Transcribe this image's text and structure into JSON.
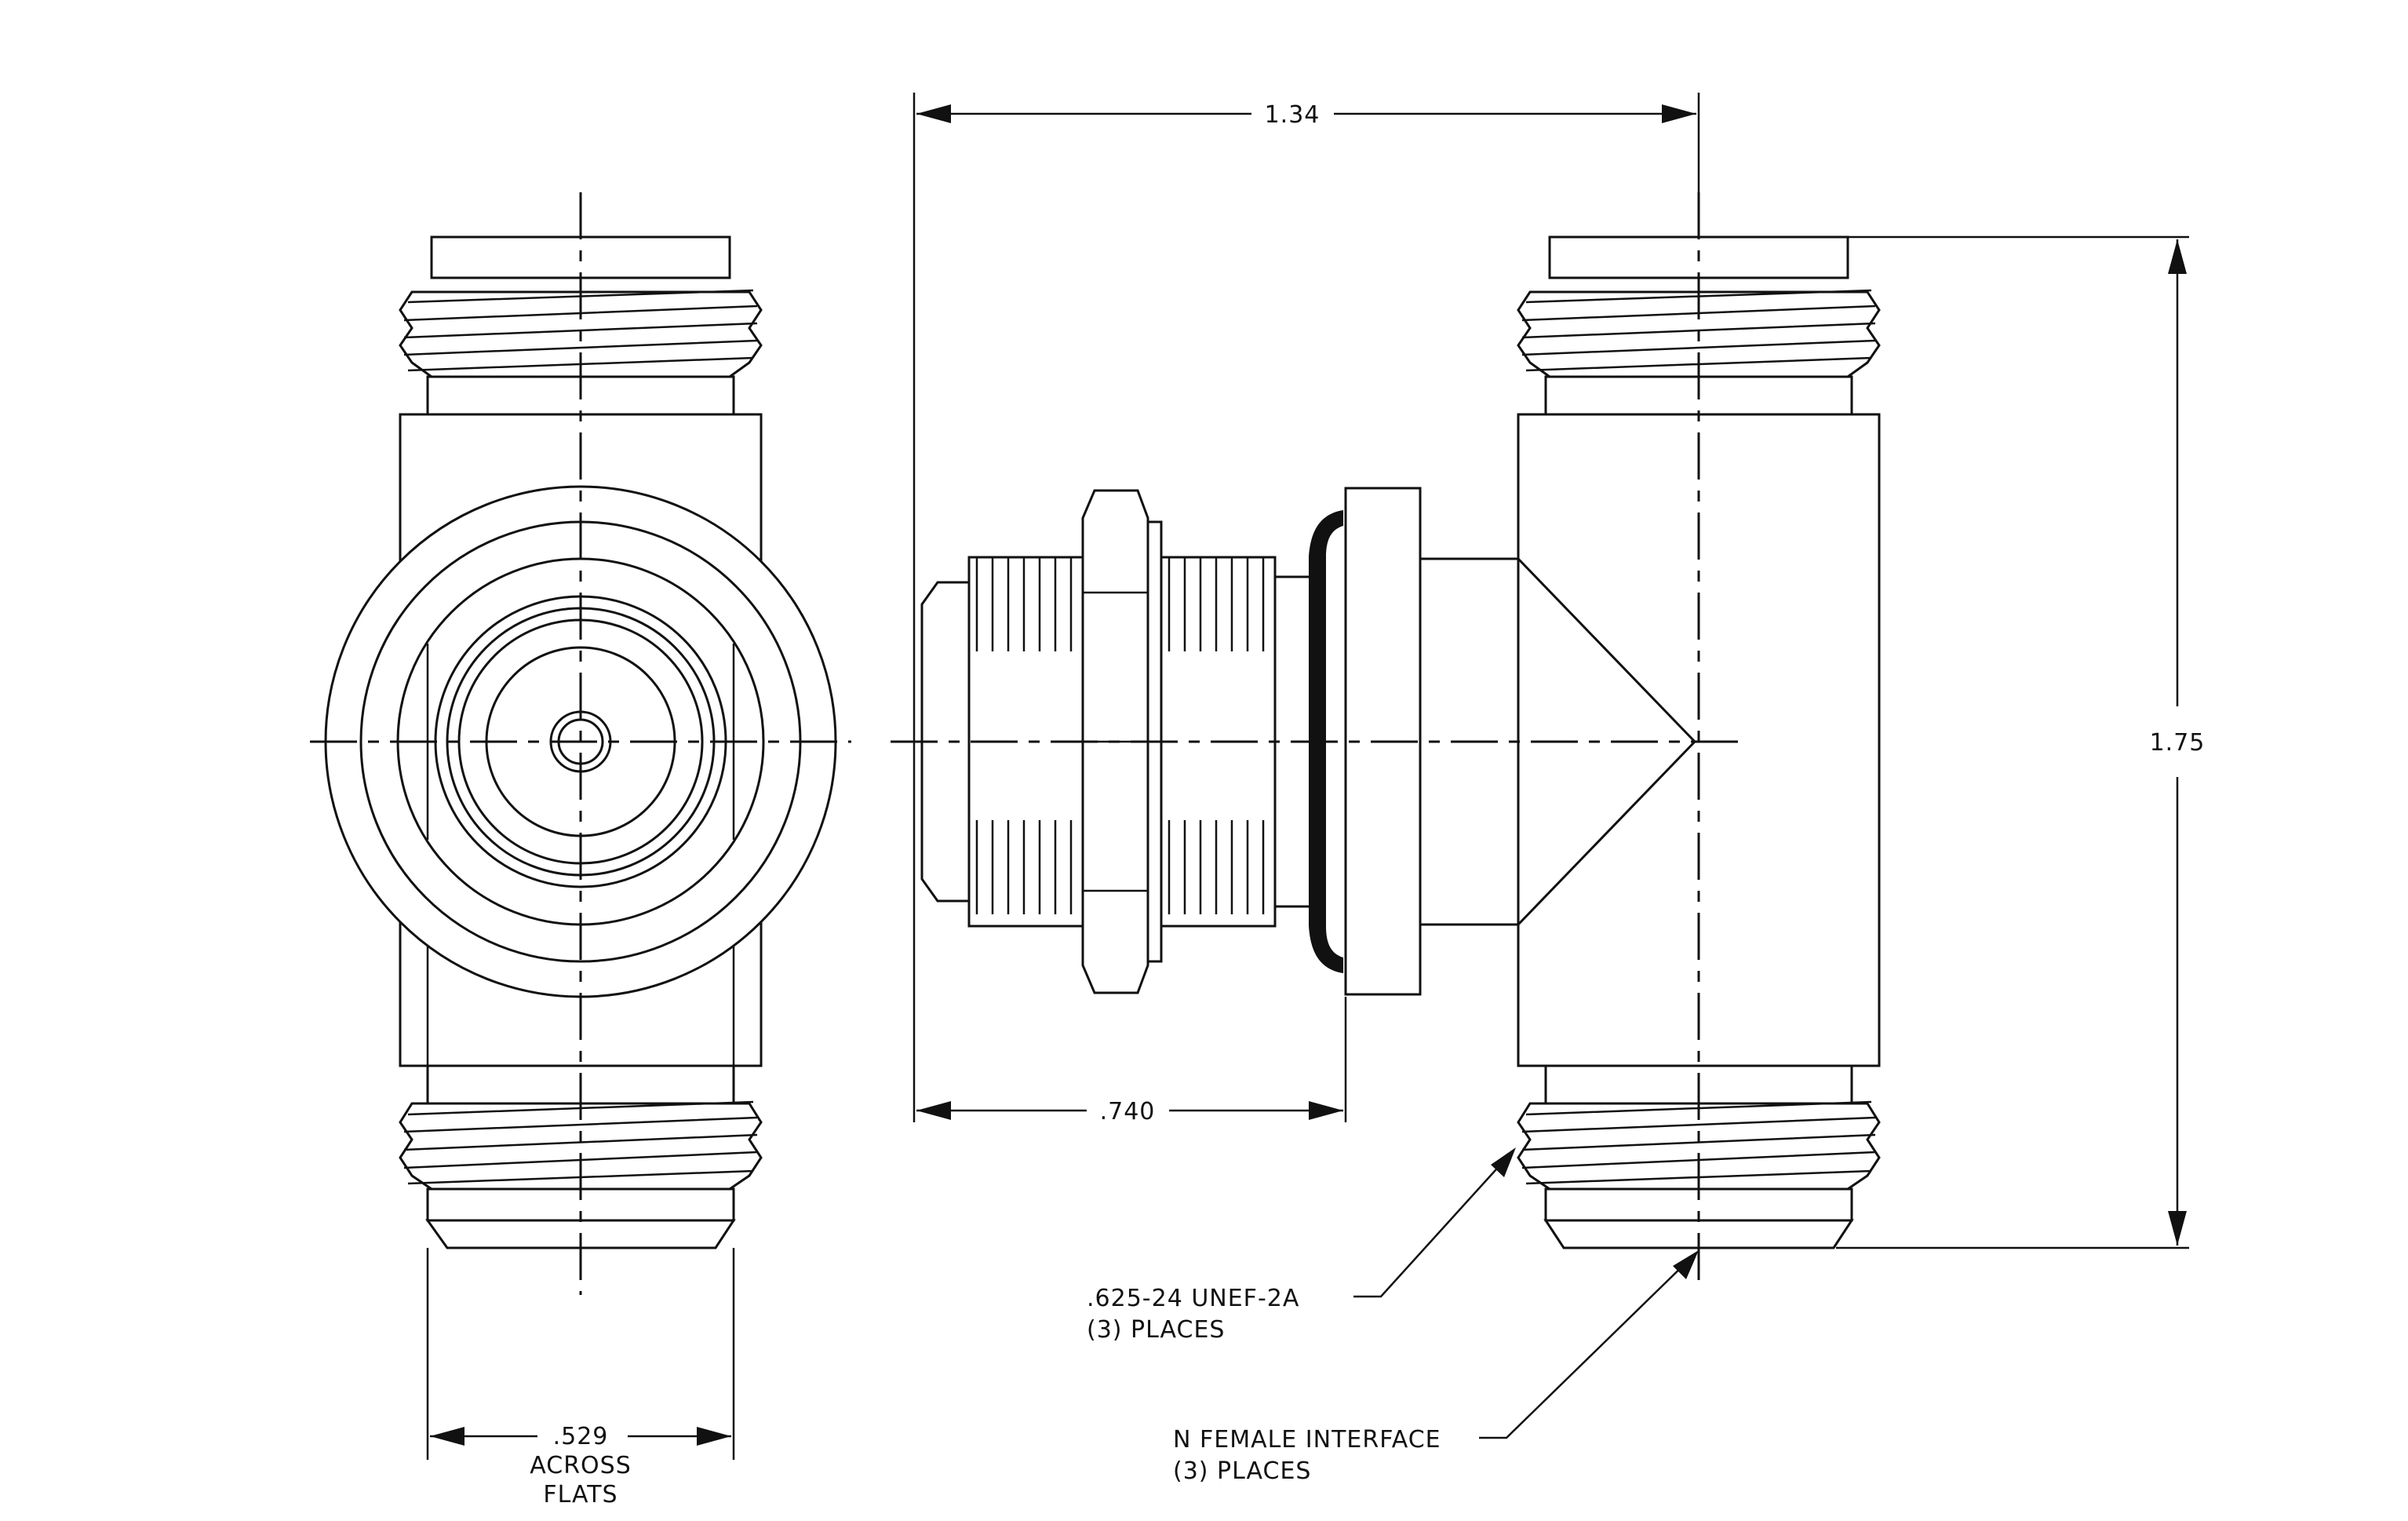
{
  "dimensions": {
    "overall_width": "1.34",
    "overall_height": "1.75",
    "panel_depth": ".740",
    "across_flats_value": ".529",
    "across_flats_line1": "ACROSS",
    "across_flats_line2": "FLATS"
  },
  "callouts": {
    "thread_line1": ".625-24 UNEF-2A",
    "thread_line2": "(3)  PLACES",
    "interface_line1": "N FEMALE INTERFACE",
    "interface_line2": "(3)  PLACES"
  }
}
